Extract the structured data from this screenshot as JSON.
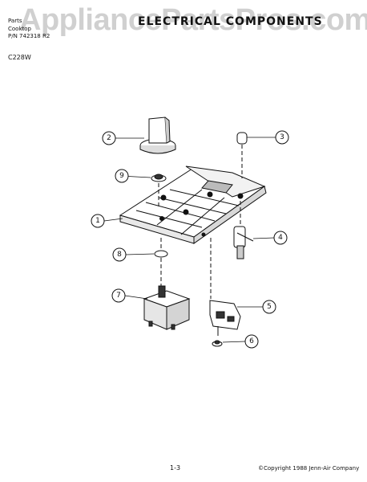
{
  "header": {
    "line1": "Parts",
    "line2": "Cooktop",
    "line3": "P/N 742318 R2",
    "title": "ELECTRICAL COMPONENTS",
    "model": "C228W"
  },
  "watermark": "AppliancePartsPros.com",
  "callouts": [
    {
      "id": "callout-1",
      "label": "1"
    },
    {
      "id": "callout-2",
      "label": "2"
    },
    {
      "id": "callout-3",
      "label": "3"
    },
    {
      "id": "callout-4",
      "label": "4"
    },
    {
      "id": "callout-5",
      "label": "5"
    },
    {
      "id": "callout-6",
      "label": "6"
    },
    {
      "id": "callout-7",
      "label": "7"
    },
    {
      "id": "callout-8",
      "label": "8"
    },
    {
      "id": "callout-9",
      "label": "9"
    }
  ],
  "footer": {
    "page": "1-3",
    "copyright": "©Copyright 1988 Jenn-Air Company"
  }
}
